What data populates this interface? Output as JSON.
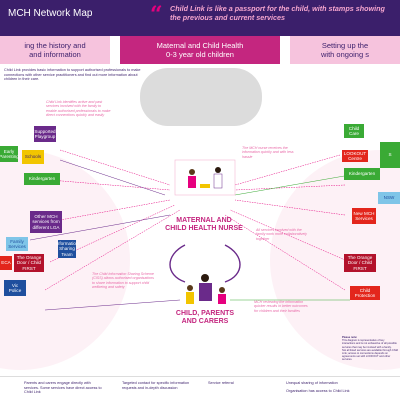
{
  "header": {
    "title": "MCH Network Map",
    "quote": "Child Link is like a passport for the child, with stamps showing the previous and current services"
  },
  "bands": {
    "left": "ing the history and\nand information",
    "center": "Maternal and Child Health\n0-3 year old children",
    "right": "Setting up the\nwith ongoing s"
  },
  "intro_text": "Child Link provides basic information to support authorised professionals to make connections with other service practitioners and find out more information about children in their care.",
  "cloud_texts": [
    "",
    "",
    "",
    ""
  ],
  "left_boxes": {
    "supported_playgroup": "Supported Playgroup",
    "early_parenting": "Early Parenting",
    "schools": "Schools",
    "kindergarten": "Kindergarten",
    "other_mch": "Other MCH services from different LGA",
    "family_services": "Family Services",
    "info_sharing": "Information Sharing Team",
    "orange_door": "The Orange Door / Child FIRST",
    "vic_police": "Vic Police",
    "eca": "ECA"
  },
  "right_boxes": {
    "child_care": "Child Care",
    "lookout": "LOOKOUT Centre",
    "kindergarten": "Kindergarten",
    "nsw": "NSW",
    "new_mch": "New MCH Services",
    "orange_door": "The Orange Door / Child FIRST",
    "child_protection": "Child Protection",
    "sc": "S"
  },
  "notes": {
    "left_top": "Child Link identifies active and past services involved with the family to enable authorised professionals to make direct connections quickly and easily",
    "right_top": "The MCH nurse receives the information quickly and with less hassle",
    "right_mid": "All services involved with the family work more collaboratively together",
    "left_mid": "The Child Information Sharing Scheme (CISS) allows authorised organisations to share information to support child wellbeing and safety",
    "right_bottom": "MCH reviewing the information quicker results in better outcomes for children and their families"
  },
  "labels": {
    "mch_nurse": "MATERNAL AND\nCHILD HEALTH NURSE",
    "children": "CHILD, PARENTS\nAND CARERS"
  },
  "footer": {
    "legend_1": "Parents and carers engage directly with services. Some services have direct access to Child Link",
    "legend_2": "Targeted contact for specific information requests and in-depth discussion",
    "legend_3": "Service referral",
    "legend_4": "Unequal sharing of information",
    "legend_5": "Organisation has access to Child Link"
  },
  "notes_block": {
    "heading": "Please note:",
    "line_1": "This diagram is representative of key interactions and is not exhaustive of all possible services that may be involved with a family.",
    "line_2": "Not all listed services are available through Child Link; access to connections depends on agreements set with LOOKOUT and other services."
  },
  "colors": {
    "header": "#3b1f6b",
    "accent_pink": "#c4267f",
    "magenta": "#e6007e",
    "yellow": "#f2c500",
    "green": "#3aaa35",
    "purple": "#6a2a8a",
    "red": "#e3261c",
    "blue": "#1f4f9e"
  }
}
